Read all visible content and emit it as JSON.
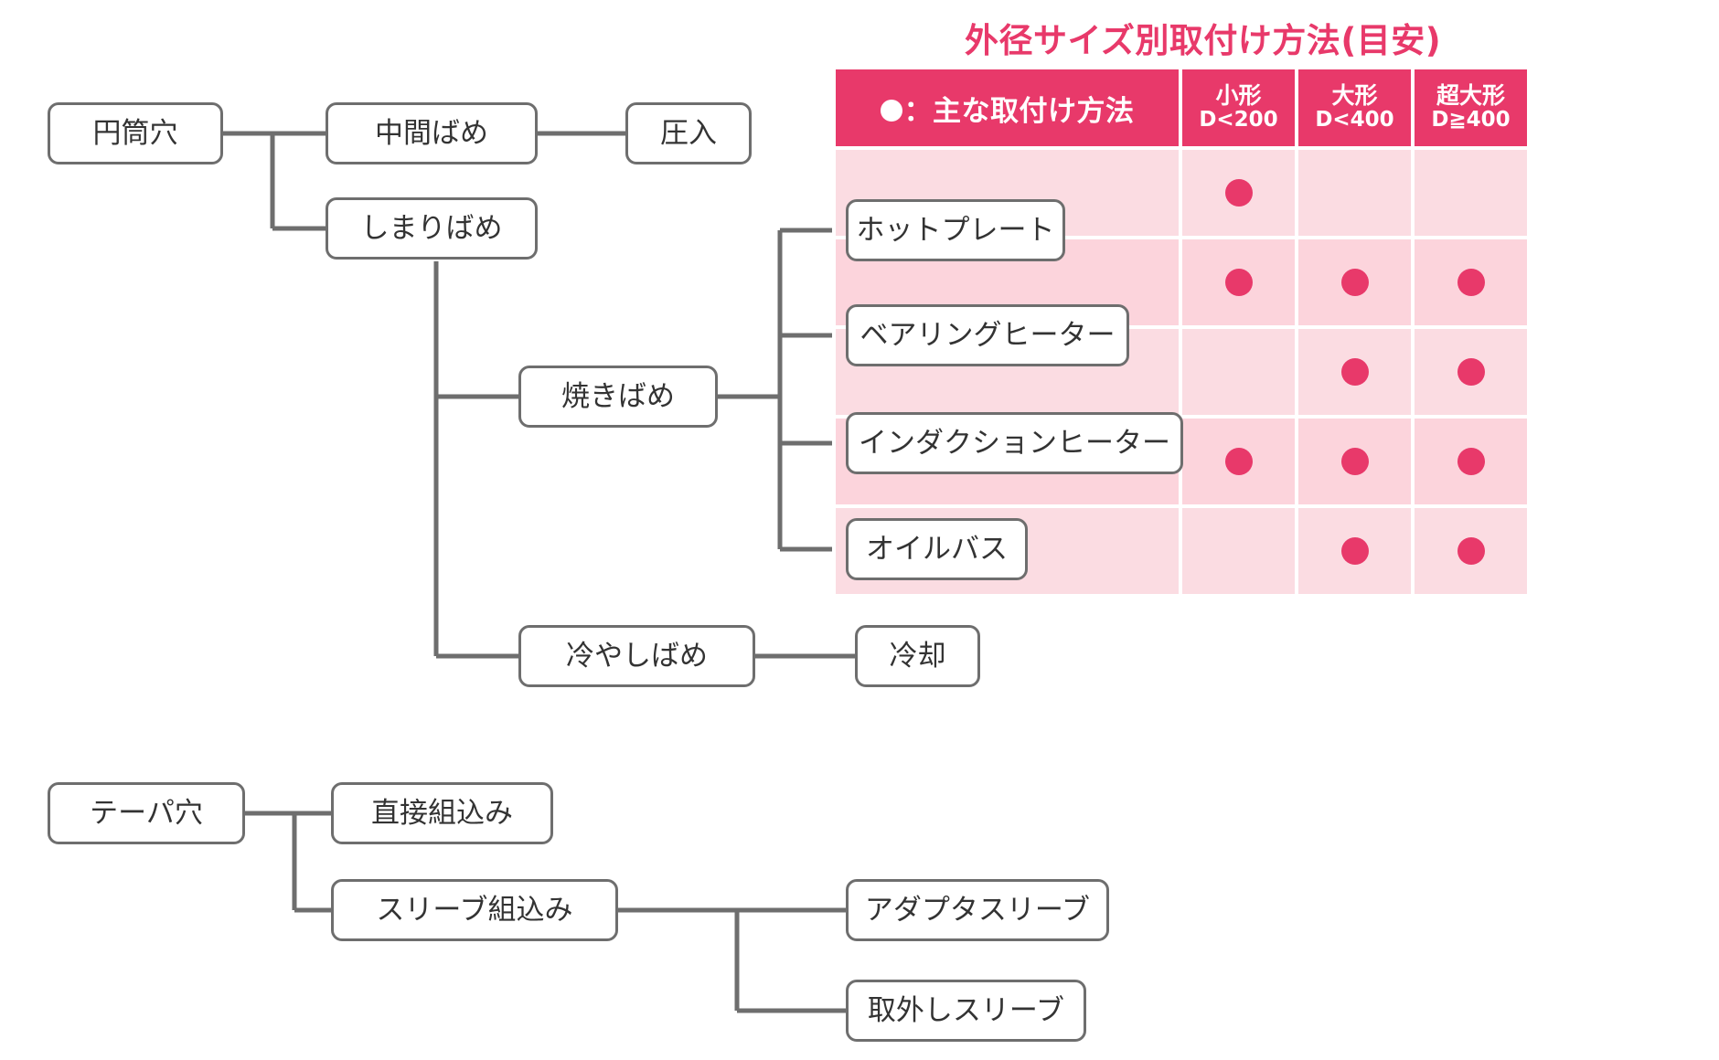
{
  "chart_title": "外径サイズ別取付け方法(目安)",
  "colors": {
    "accent": "#e8396a",
    "row_light": "#fbdce2",
    "row_alt": "#fcd4dc",
    "box_border": "#6e6e6e",
    "text": "#333333"
  },
  "table": {
    "legend_icon": "filled-circle-icon",
    "legend_label": "：主な取付け方法",
    "size_columns": [
      {
        "name": "小形",
        "range": "D<200"
      },
      {
        "name": "大形",
        "range": "D<400"
      },
      {
        "name": "超大形",
        "range": "D≧400"
      }
    ],
    "rows": [
      {
        "method": "ホットプレート",
        "marks": [
          true,
          false,
          false
        ]
      },
      {
        "method": "ベアリングヒーター",
        "marks": [
          true,
          true,
          true
        ]
      },
      {
        "method": "インダクションヒーター",
        "marks": [
          false,
          true,
          true
        ]
      },
      {
        "method": "オイルバス",
        "marks": [
          true,
          true,
          true
        ]
      },
      {
        "method": "冷却",
        "marks": [
          false,
          true,
          true
        ]
      }
    ]
  },
  "tree_cylindrical": {
    "root": "円筒穴",
    "level1": [
      "中間ばめ",
      "しまりばめ"
    ],
    "press_fit": "圧入",
    "shrink_fit": "焼きばめ",
    "cold_fit": "冷やしばめ",
    "shrink_methods": [
      "ホットプレート",
      "ベアリングヒーター",
      "インダクションヒーター",
      "オイルバス"
    ],
    "cold_methods": [
      "冷却"
    ]
  },
  "tree_taper": {
    "root": "テーパ穴",
    "level1": [
      "直接組込み",
      "スリーブ組込み"
    ],
    "sleeves": [
      "アダプタスリーブ",
      "取外しスリーブ"
    ]
  }
}
